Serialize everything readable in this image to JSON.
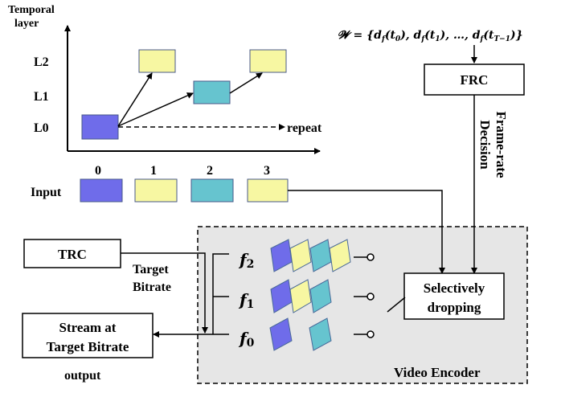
{
  "temporal_axis": {
    "title_line1": "Temporal",
    "title_line2": "layer",
    "levels": [
      "L2",
      "L1",
      "L0"
    ],
    "repeat_label": "repeat"
  },
  "frame_indices": [
    "0",
    "1",
    "2",
    "3"
  ],
  "input_label": "Input",
  "formula": "𝓦 = {d_f(t_0), d_f(t_1), …, d_f(t_{T−1})}",
  "formula_parts": {
    "lhs": "𝓦 =",
    "body": "{d",
    "sub_f": "f",
    "t0": "(t",
    "s0": "0",
    "sep": "), d",
    "t1": "(t",
    "s1": "1",
    "ellipsis": "), …, d",
    "tT": "(t",
    "sT": "T−1",
    "end": ")}"
  },
  "frc_label": "FRC",
  "frame_rate_decision": [
    "Frame-rate",
    "Decision"
  ],
  "trc_label": "TRC",
  "target_bitrate": [
    "Target",
    "Bitrate"
  ],
  "stream_box": [
    "Stream at",
    "Target Bitrate"
  ],
  "output_label": "output",
  "streams": [
    {
      "f": "f",
      "sub": "2"
    },
    {
      "f": "f",
      "sub": "1"
    },
    {
      "f": "f",
      "sub": "0"
    }
  ],
  "selective_dropping": [
    "Selectively",
    "dropping"
  ],
  "video_encoder_label": "Video Encoder",
  "colors": {
    "L0": "#6f6cea",
    "L1": "#66c4cf",
    "L2": "#f7f7a2",
    "encoder_bg": "#e6e6e6"
  }
}
